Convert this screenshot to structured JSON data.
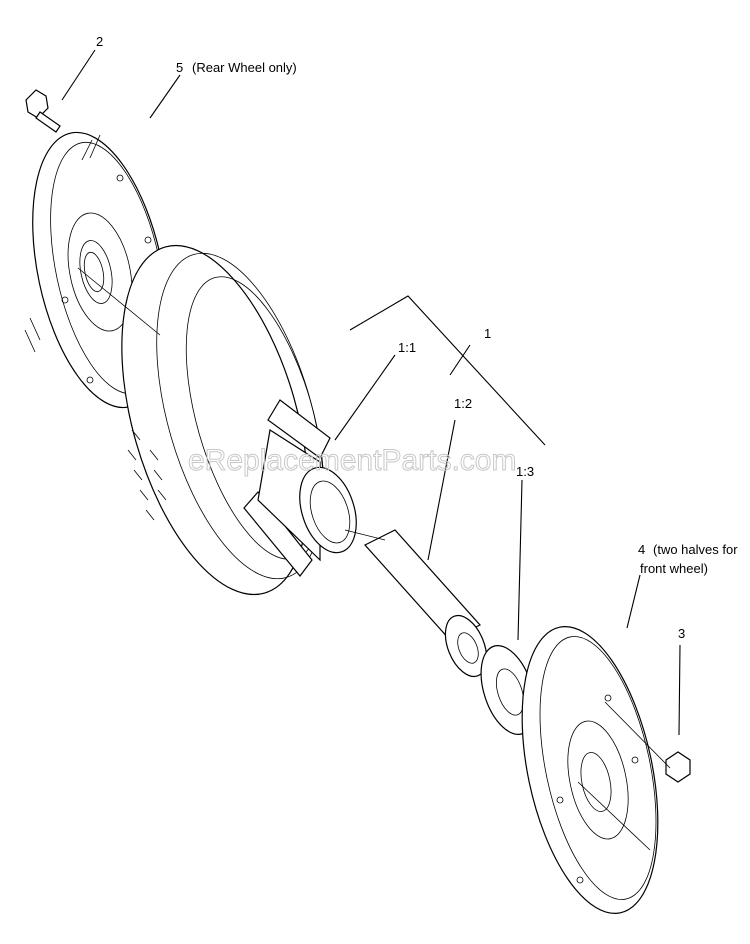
{
  "labels": {
    "part_2": "2",
    "part_5": "5",
    "part_5_note": "(Rear Wheel only)",
    "part_1": "1",
    "part_1_1": "1:1",
    "part_1_2": "1:2",
    "part_1_3": "1:3",
    "part_4": "4",
    "part_4_note_line1": "(two halves for",
    "part_4_note_line2": "front wheel)",
    "part_3": "3"
  },
  "watermark": "eReplacementParts.com",
  "colors": {
    "line": "#000000",
    "background": "#ffffff",
    "watermark": "#c8c8c8"
  }
}
